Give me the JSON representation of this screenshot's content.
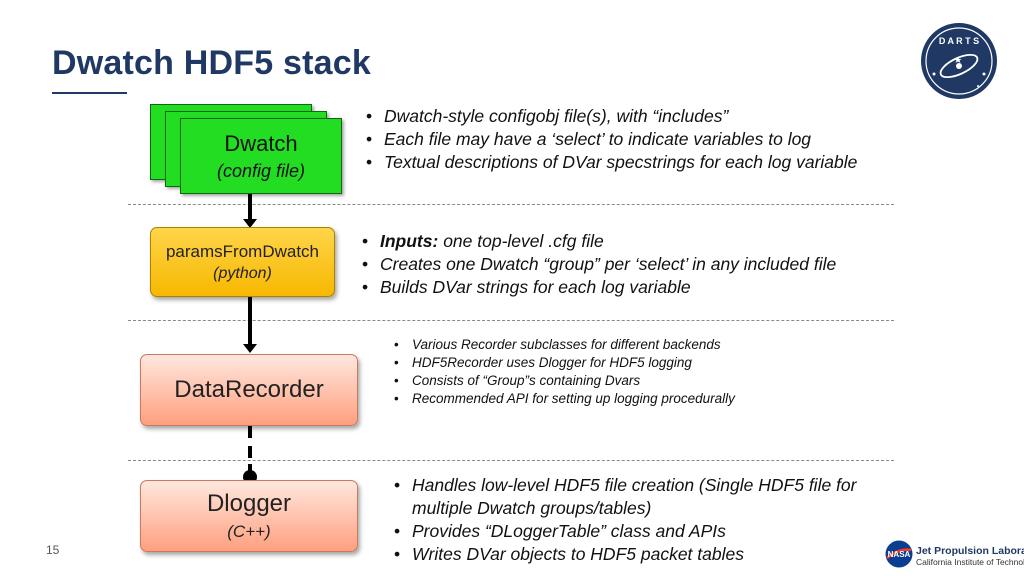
{
  "title": "Dwatch HDF5 stack",
  "logo": {
    "text": "D A R T S",
    "color": "#1f3864"
  },
  "boxes": {
    "dwatch": {
      "label": "Dwatch",
      "sub": "(config file)",
      "color": "#22dd22"
    },
    "params": {
      "label": "paramsFromDwatch",
      "sub": "(python)",
      "color": "#f7b800"
    },
    "recorder": {
      "label": "DataRecorder",
      "color": "#ff9f7f"
    },
    "dlogger": {
      "label": "Dlogger",
      "sub": "(C++)",
      "color": "#ff9f7f"
    }
  },
  "bullets": {
    "dwatch": [
      "Dwatch-style configobj file(s), with “includes”",
      "Each file may have a ‘select’  to indicate variables to log",
      "Textual descriptions of DVar specstrings for each log variable"
    ],
    "params": {
      "first_lead": "Inputs:",
      "first_rest": " one top-level .cfg file",
      "items": [
        "Creates one Dwatch “group” per ‘select’ in any included file",
        "Builds DVar strings for each log variable"
      ]
    },
    "recorder": [
      "Various Recorder subclasses for different backends",
      "HDF5Recorder uses Dlogger for HDF5 logging",
      "Consists of “Group”s containing Dvars",
      "Recommended API for setting up logging procedurally"
    ],
    "dlogger": [
      "Handles low-level HDF5 file creation (Single HDF5 file for multiple Dwatch groups/tables)",
      "Provides “DLoggerTable” class and APIs",
      "Writes DVar objects to HDF5 packet tables"
    ]
  },
  "page_number": "15",
  "footer": {
    "nasa": "NASA",
    "jpl_name": "Jet Propulsion Laboratory",
    "jpl_sub": "California Institute of Technology"
  }
}
